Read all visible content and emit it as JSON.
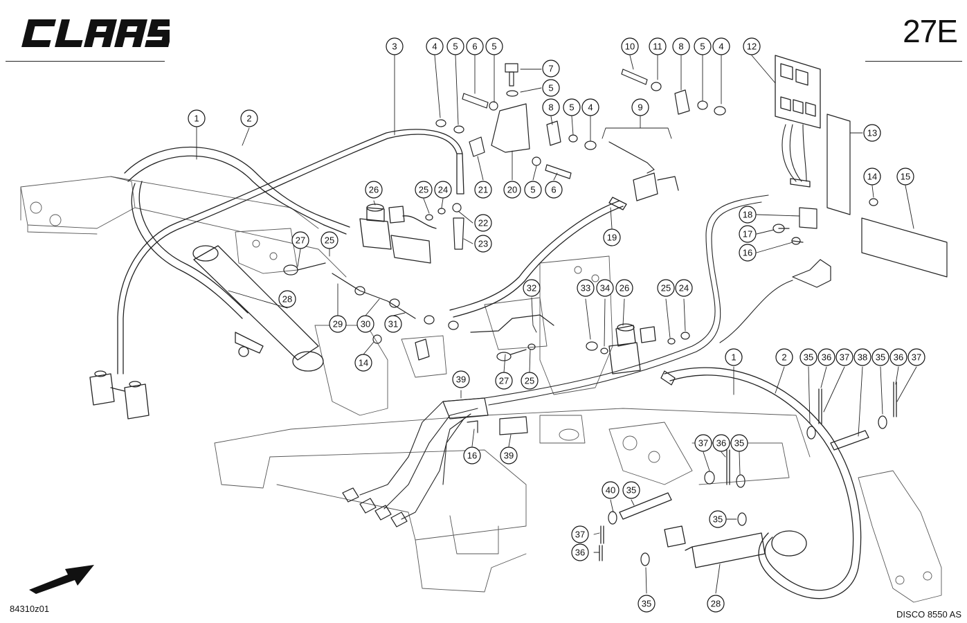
{
  "header": {
    "brand": "CLAAS",
    "sheet_number": "27E"
  },
  "footer": {
    "drawing_code": "84310z01",
    "model": "DISCO 8550 AS"
  },
  "callouts": [
    {
      "label": "1"
    },
    {
      "label": "2"
    },
    {
      "label": "3"
    },
    {
      "label": "4"
    },
    {
      "label": "5"
    },
    {
      "label": "6"
    },
    {
      "label": "5"
    },
    {
      "label": "7"
    },
    {
      "label": "5"
    },
    {
      "label": "8"
    },
    {
      "label": "5"
    },
    {
      "label": "4"
    },
    {
      "label": "21"
    },
    {
      "label": "20"
    },
    {
      "label": "5"
    },
    {
      "label": "6"
    },
    {
      "label": "9"
    },
    {
      "label": "10"
    },
    {
      "label": "11"
    },
    {
      "label": "8"
    },
    {
      "label": "5"
    },
    {
      "label": "4"
    },
    {
      "label": "12"
    },
    {
      "label": "13"
    },
    {
      "label": "14"
    },
    {
      "label": "15"
    },
    {
      "label": "26"
    },
    {
      "label": "25"
    },
    {
      "label": "24"
    },
    {
      "label": "22"
    },
    {
      "label": "23"
    },
    {
      "label": "27"
    },
    {
      "label": "25"
    },
    {
      "label": "28"
    },
    {
      "label": "19"
    },
    {
      "label": "18"
    },
    {
      "label": "17"
    },
    {
      "label": "16"
    },
    {
      "label": "29"
    },
    {
      "label": "30"
    },
    {
      "label": "31"
    },
    {
      "label": "14"
    },
    {
      "label": "32"
    },
    {
      "label": "33"
    },
    {
      "label": "34"
    },
    {
      "label": "26"
    },
    {
      "label": "25"
    },
    {
      "label": "24"
    },
    {
      "label": "39"
    },
    {
      "label": "27"
    },
    {
      "label": "25"
    },
    {
      "label": "16"
    },
    {
      "label": "39"
    },
    {
      "label": "1"
    },
    {
      "label": "2"
    },
    {
      "label": "35"
    },
    {
      "label": "36"
    },
    {
      "label": "37"
    },
    {
      "label": "38"
    },
    {
      "label": "35"
    },
    {
      "label": "36"
    },
    {
      "label": "37"
    },
    {
      "label": "37"
    },
    {
      "label": "36"
    },
    {
      "label": "35"
    },
    {
      "label": "35"
    },
    {
      "label": "40"
    },
    {
      "label": "35"
    },
    {
      "label": "37"
    },
    {
      "label": "36"
    },
    {
      "label": "35"
    },
    {
      "label": "28"
    }
  ]
}
